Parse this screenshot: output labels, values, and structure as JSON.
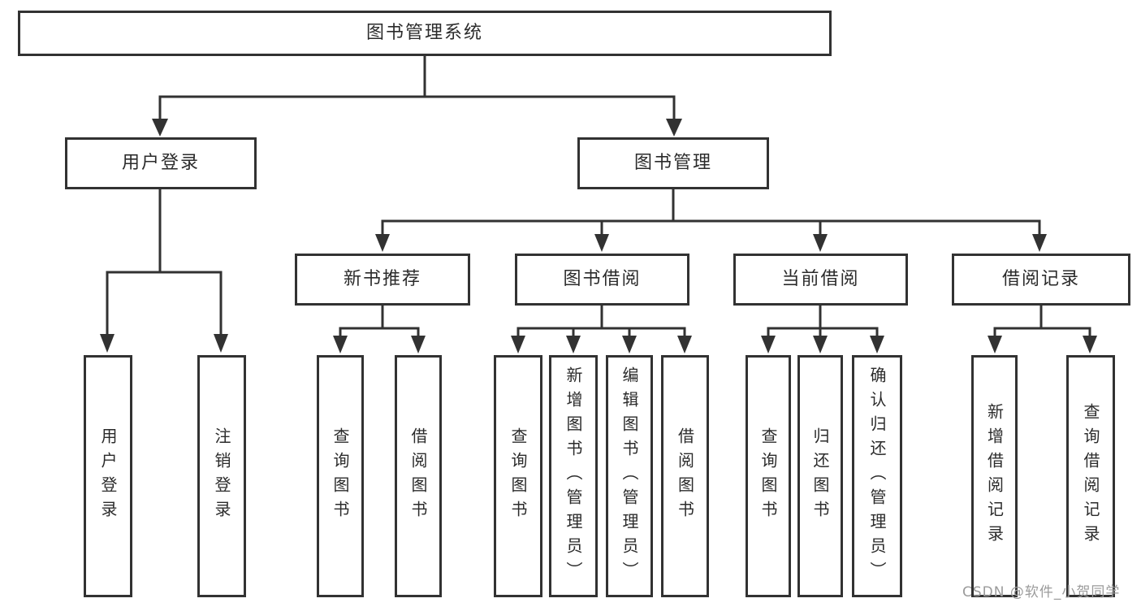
{
  "colors": {
    "line": "#323232",
    "text": "#2b2b2b",
    "background": "#ffffff",
    "watermark": "#9b9b9b"
  },
  "tree": {
    "root": {
      "label": "图书管理系统"
    },
    "level2": [
      {
        "label": "用户登录"
      },
      {
        "label": "图书管理"
      }
    ],
    "level3": [
      {
        "label": "新书推荐"
      },
      {
        "label": "图书借阅"
      },
      {
        "label": "当前借阅"
      },
      {
        "label": "借阅记录"
      }
    ],
    "leaves": [
      {
        "label": "用户登录"
      },
      {
        "label": "注销登录"
      },
      {
        "label": "查询图书"
      },
      {
        "label": "借阅图书"
      },
      {
        "label": "查询图书"
      },
      {
        "label": "新增图书（管理员）"
      },
      {
        "label": "编辑图书（管理员）"
      },
      {
        "label": "借阅图书"
      },
      {
        "label": "查询图书"
      },
      {
        "label": "归还图书"
      },
      {
        "label": "确认归还（管理员）"
      },
      {
        "label": "新增借阅记录"
      },
      {
        "label": "查询借阅记录"
      }
    ]
  },
  "watermark": {
    "text": "CSDN @软件_小贺同学"
  }
}
